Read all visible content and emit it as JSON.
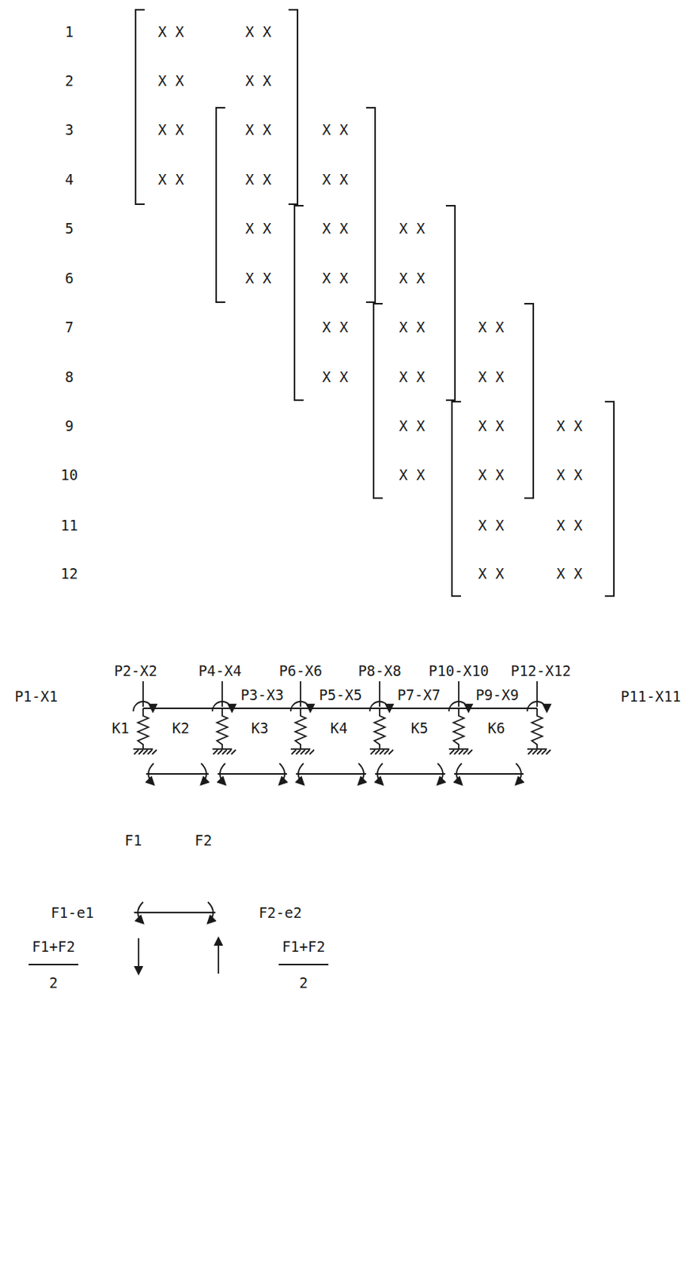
{
  "diagram": {
    "labels": [
      "1",
      "2",
      "3",
      "4",
      "5",
      "6",
      "7",
      "8",
      "9",
      "10",
      "11",
      "12",
      "X X",
      "X X",
      "X X",
      "X X",
      "X X",
      "X X",
      "X X",
      "X X",
      "X X",
      "X X",
      "X X",
      "X X",
      "X X",
      "X X",
      "X X",
      "X X",
      "X X",
      "X X",
      "X X",
      "X X",
      "X X",
      "X X",
      "X X",
      "X X",
      "X X",
      "X X",
      "X X",
      "X X",
      "X X",
      "X X",
      "X X",
      "X X",
      "P2-X2",
      "P4-X4",
      "P6-X6",
      "P8-X8",
      "P10-X10",
      "P12-X12",
      "P1-X1",
      "P3-X3",
      "P5-X5",
      "P7-X7",
      "P9-X9",
      "P11-X11",
      "K1",
      "K2",
      "K3",
      "K4",
      "K5",
      "K6",
      "F1",
      "F2",
      "F1-e1",
      "F2-e2",
      "F1+F2",
      "2",
      "F1+F2",
      "2"
    ]
  }
}
